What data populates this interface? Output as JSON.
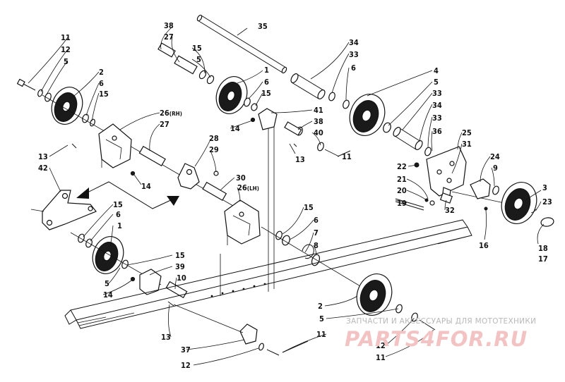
{
  "diagram": {
    "callouts": [
      {
        "id": "c-11a",
        "text": "11"
      },
      {
        "id": "c-12a",
        "text": "12"
      },
      {
        "id": "c-5a",
        "text": "5"
      },
      {
        "id": "c-2a",
        "text": "2"
      },
      {
        "id": "c-6a",
        "text": "6"
      },
      {
        "id": "c-15a",
        "text": "15"
      },
      {
        "id": "c-38a",
        "text": "38"
      },
      {
        "id": "c-27a",
        "text": "27"
      },
      {
        "id": "c-15b",
        "text": "15"
      },
      {
        "id": "c-5b",
        "text": "5"
      },
      {
        "id": "c-35",
        "text": "35"
      },
      {
        "id": "c-1a",
        "text": "1"
      },
      {
        "id": "c-6b",
        "text": "6"
      },
      {
        "id": "c-15c",
        "text": "15"
      },
      {
        "id": "c-34a",
        "text": "34"
      },
      {
        "id": "c-33a",
        "text": "33"
      },
      {
        "id": "c-6c",
        "text": "6"
      },
      {
        "id": "c-4",
        "text": "4"
      },
      {
        "id": "c-5c",
        "text": "5"
      },
      {
        "id": "c-33b",
        "text": "33"
      },
      {
        "id": "c-34b",
        "text": "34"
      },
      {
        "id": "c-33c",
        "text": "33"
      },
      {
        "id": "c-36",
        "text": "36"
      },
      {
        "id": "c-26rh",
        "text": "26"
      },
      {
        "id": "c-27b",
        "text": "27"
      },
      {
        "id": "c-41",
        "text": "41"
      },
      {
        "id": "c-38b",
        "text": "38"
      },
      {
        "id": "c-40",
        "text": "40"
      },
      {
        "id": "c-14a",
        "text": "14"
      },
      {
        "id": "c-28",
        "text": "28"
      },
      {
        "id": "c-29",
        "text": "29"
      },
      {
        "id": "c-13a",
        "text": "13"
      },
      {
        "id": "c-11b",
        "text": "11"
      },
      {
        "id": "c-25",
        "text": "25"
      },
      {
        "id": "c-31",
        "text": "31"
      },
      {
        "id": "c-24",
        "text": "24"
      },
      {
        "id": "c-9",
        "text": "9"
      },
      {
        "id": "c-22",
        "text": "22"
      },
      {
        "id": "c-21",
        "text": "21"
      },
      {
        "id": "c-20",
        "text": "20"
      },
      {
        "id": "c-19",
        "text": "19"
      },
      {
        "id": "c-32",
        "text": "32"
      },
      {
        "id": "c-3",
        "text": "3"
      },
      {
        "id": "c-23",
        "text": "23"
      },
      {
        "id": "c-13b",
        "text": "13"
      },
      {
        "id": "c-42",
        "text": "42"
      },
      {
        "id": "c-14b",
        "text": "14"
      },
      {
        "id": "c-30",
        "text": "30"
      },
      {
        "id": "c-26lh",
        "text": "26"
      },
      {
        "id": "c-16",
        "text": "16"
      },
      {
        "id": "c-18",
        "text": "18"
      },
      {
        "id": "c-17",
        "text": "17"
      },
      {
        "id": "c-15d",
        "text": "15"
      },
      {
        "id": "c-6d",
        "text": "6"
      },
      {
        "id": "c-1b",
        "text": "1"
      },
      {
        "id": "c-15e",
        "text": "15"
      },
      {
        "id": "c-6e",
        "text": "6"
      },
      {
        "id": "c-7",
        "text": "7"
      },
      {
        "id": "c-8",
        "text": "8"
      },
      {
        "id": "c-15f",
        "text": "15"
      },
      {
        "id": "c-39",
        "text": "39"
      },
      {
        "id": "c-10",
        "text": "10"
      },
      {
        "id": "c-5d",
        "text": "5"
      },
      {
        "id": "c-14c",
        "text": "14"
      },
      {
        "id": "c-2b",
        "text": "2"
      },
      {
        "id": "c-5e",
        "text": "5"
      },
      {
        "id": "c-11c",
        "text": "11"
      },
      {
        "id": "c-12b",
        "text": "12"
      },
      {
        "id": "c-11d",
        "text": "11"
      },
      {
        "id": "c-13c",
        "text": "13"
      },
      {
        "id": "c-37",
        "text": "37"
      },
      {
        "id": "c-12c",
        "text": "12"
      }
    ],
    "suffixes": {
      "rh": "(RH)",
      "lh": "(LH)"
    }
  },
  "watermark": {
    "caption": "ЗАПЧАСТИ И АКСЕССУАРЫ ДЛЯ МОТОТЕХНИКИ",
    "brand": "PARTS4FOR.RU",
    "color": "#e58a8a"
  }
}
